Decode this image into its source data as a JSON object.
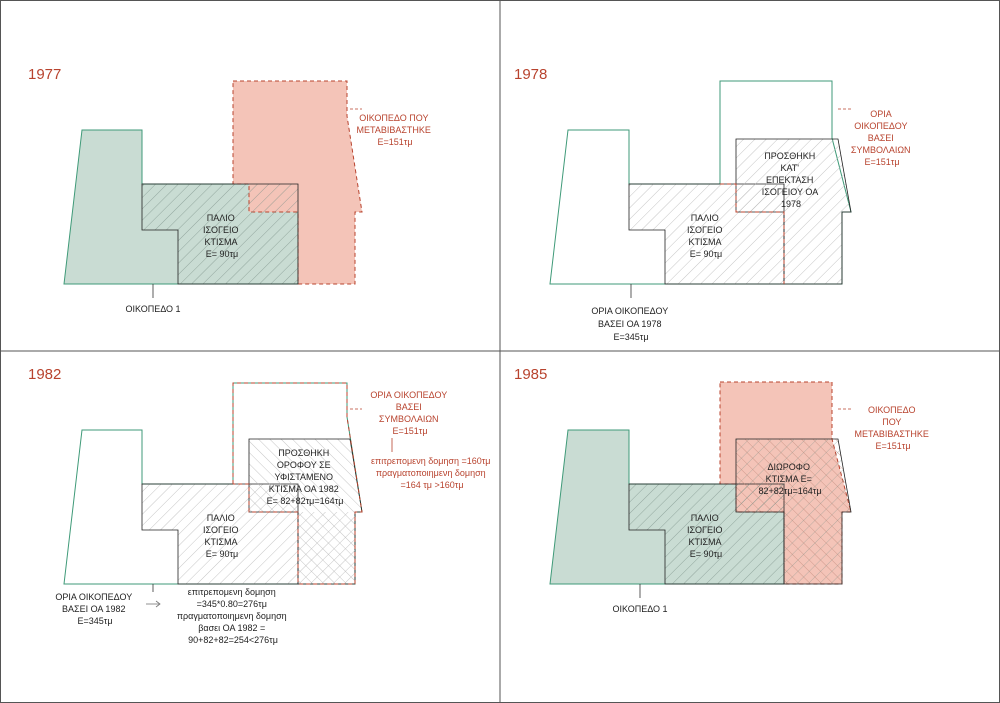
{
  "colors": {
    "accent": "#b8432e",
    "green_fill": "#c9dcd3",
    "green_stroke": "#3f9a78",
    "salmon_fill": "#f4c4b8",
    "hatch": "#b8b8b8",
    "frame": "#555555"
  },
  "panels": {
    "p1977": {
      "year": "1977",
      "old_building": [
        "ΠΑΛΙΟ",
        "ΙΣΟΓΕΙΟ",
        "ΚΤΙΣΜΑ",
        "Ε= 90τμ"
      ],
      "plot_label": "ΟΙΚΟΠΕΔΟ 1",
      "transferred": [
        "ΟΙΚΟΠΕΔΟ ΠΟΥ",
        "ΜΕΤΑΒΙΒΑΣΤΗΚΕ",
        "Ε=151τμ"
      ]
    },
    "p1978": {
      "year": "1978",
      "old_building": [
        "ΠΑΛΙΟ",
        "ΙΣΟΓΕΙΟ",
        "ΚΤΙΣΜΑ",
        "Ε= 90τμ"
      ],
      "addition": [
        "ΠΡΟΣΘΗΚΗ",
        "ΚΑΤ'",
        "ΕΠΕΚΤΑΣΗ",
        "ΙΣΟΓΕΙΟΥ ΟΑ",
        "1978"
      ],
      "contract_limits": [
        "ΟΡΙΑ",
        "ΟΙΚΟΠΕΔΟΥ",
        "ΒΑΣΕΙ",
        "ΣΥΜΒΟΛΑΙΩΝ",
        "Ε=151τμ"
      ],
      "plot_limits": [
        "ΟΡΙΑ ΟΙΚΟΠΕΔΟΥ",
        "ΒΑΣΕΙ ΟΑ 1978",
        "Ε=345τμ"
      ]
    },
    "p1982": {
      "year": "1982",
      "old_building": [
        "ΠΑΛΙΟ",
        "ΙΣΟΓΕΙΟ",
        "ΚΤΙΣΜΑ",
        "Ε= 90τμ"
      ],
      "addition": [
        "ΠΡΟΣΘΗΚΗ",
        "ΟΡΟΦΟΥ ΣΕ",
        "ΥΦΙΣΤΑΜΕΝΟ",
        "ΚΤΙΣΜΑ ΟΑ 1982",
        "Ε= 82+82τμ=164τμ"
      ],
      "contract_limits": [
        "ΟΡΙΑ ΟΙΚΟΠΕΔΟΥ",
        "ΒΑΣΕΙ",
        "ΣΥΜΒΟΛΑΙΩΝ",
        "Ε=151τμ"
      ],
      "contract_build": [
        "επιτρεπομενη δομηση =160τμ",
        "πραγματοποιημενη δομηση",
        "=164 τμ >160τμ"
      ],
      "plot_limits": [
        "ΟΡΙΑ ΟΙΚΟΠΕΔΟΥ",
        "ΒΑΣΕΙ ΟΑ 1982",
        "Ε=345τμ"
      ],
      "plot_build": [
        "επιτρεπομενη δομηση",
        "=345*0.80=276τμ",
        "πραγματοποιημενη δομηση",
        "βασει ΟΑ 1982 =",
        "90+82+82=254<276τμ"
      ]
    },
    "p1985": {
      "year": "1985",
      "old_building": [
        "ΠΑΛΙΟ",
        "ΙΣΟΓΕΙΟ",
        "ΚΤΙΣΜΑ",
        "Ε= 90τμ"
      ],
      "two_storey": [
        "ΔΙΩΡΟΦΟ",
        "ΚΤΙΣΜΑ Ε=",
        "82+82τμ=164τμ"
      ],
      "plot_label": "ΟΙΚΟΠΕΔΟ 1",
      "transferred": [
        "ΟΙΚΟΠΕΔΟ",
        "ΠΟΥ",
        "ΜΕΤΑΒΙΒΑΣΤΗΚΕ",
        "Ε=151τμ"
      ]
    }
  }
}
